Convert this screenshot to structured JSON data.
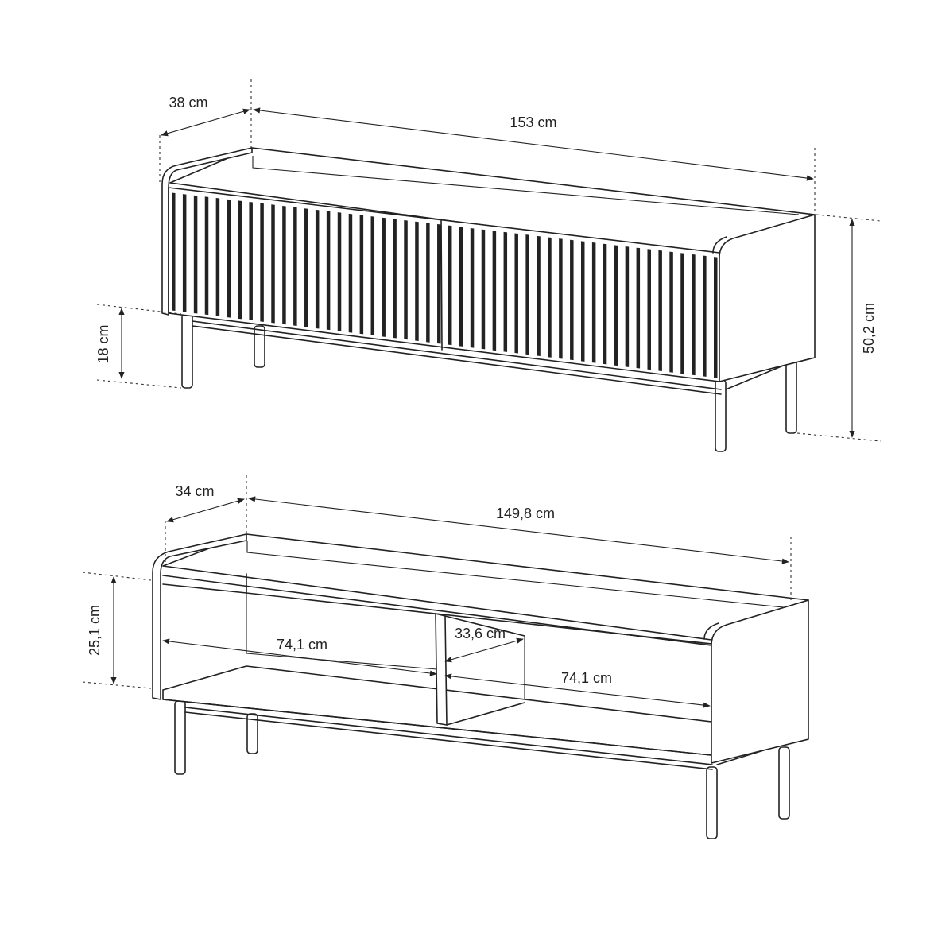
{
  "top_view": {
    "depth_label": "38 cm",
    "width_label": "153 cm",
    "leg_height_label": "18 cm",
    "height_label": "50,2 cm"
  },
  "bottom_view": {
    "depth_label": "34 cm",
    "width_label": "149,8 cm",
    "shelf_height_label": "25,1 cm",
    "left_compartment_label": "74,1 cm",
    "inner_depth_label": "33,6 cm",
    "right_compartment_label": "74,1 cm"
  },
  "colors": {
    "line": "#222222",
    "background": "#ffffff"
  }
}
